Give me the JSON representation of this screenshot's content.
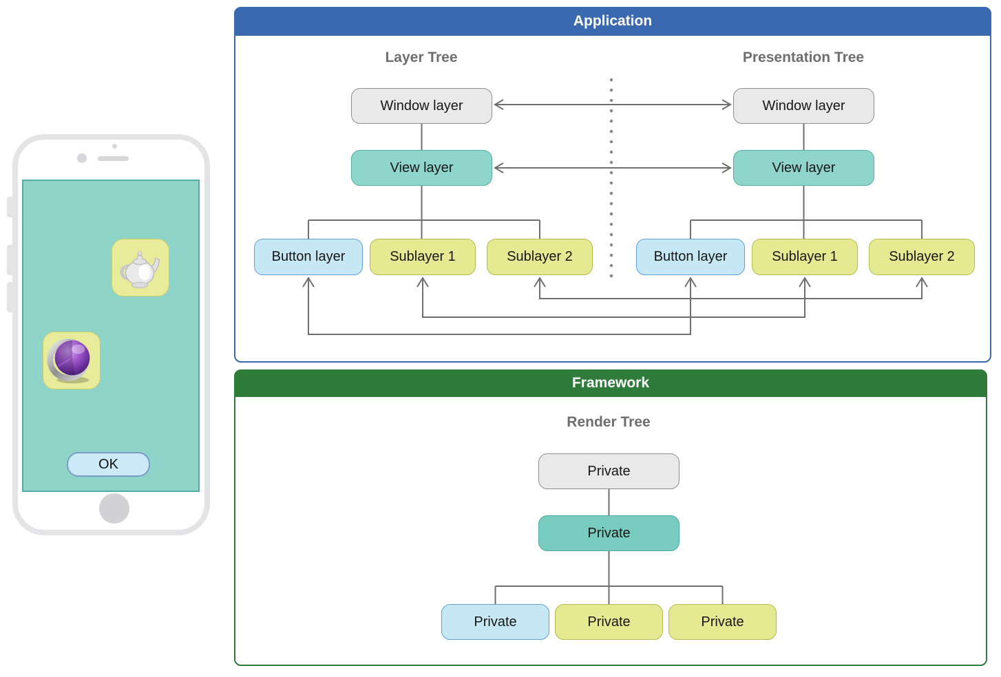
{
  "application": {
    "title": "Application",
    "layer_tree": {
      "title": "Layer Tree",
      "window_layer": "Window layer",
      "view_layer": "View layer",
      "button_layer": "Button layer",
      "sublayer_1": "Sublayer 1",
      "sublayer_2": "Sublayer 2"
    },
    "presentation_tree": {
      "title": "Presentation Tree",
      "window_layer": "Window layer",
      "view_layer": "View layer",
      "button_layer": "Button layer",
      "sublayer_1": "Sublayer 1",
      "sublayer_2": "Sublayer 2"
    }
  },
  "framework": {
    "title": "Framework",
    "render_tree": {
      "title": "Render Tree",
      "root": "Private",
      "trunk": "Private",
      "child_left": "Private",
      "child_center": "Private",
      "child_right": "Private"
    }
  },
  "phone": {
    "ok_button_label": "OK",
    "teapot_icon": "teapot-icon",
    "sphere_icon": "core-animation-sphere-icon"
  },
  "colors": {
    "application_header": "#3b69b0",
    "framework_header": "#2e7b3c",
    "node_gray_fill": "#e9e9e9",
    "node_gray_border": "#8e8e8e",
    "node_teal_fill": "#8fd5cb",
    "node_teal_border": "#53ada1",
    "node_blue_fill": "#c5e8f4",
    "node_blue_border": "#5f9fd6",
    "node_yellow_fill": "#e5ea92",
    "node_yellow_border": "#b3ba4e",
    "phone_screen": "#8ed4c9",
    "connector": "#6e6e6e"
  }
}
